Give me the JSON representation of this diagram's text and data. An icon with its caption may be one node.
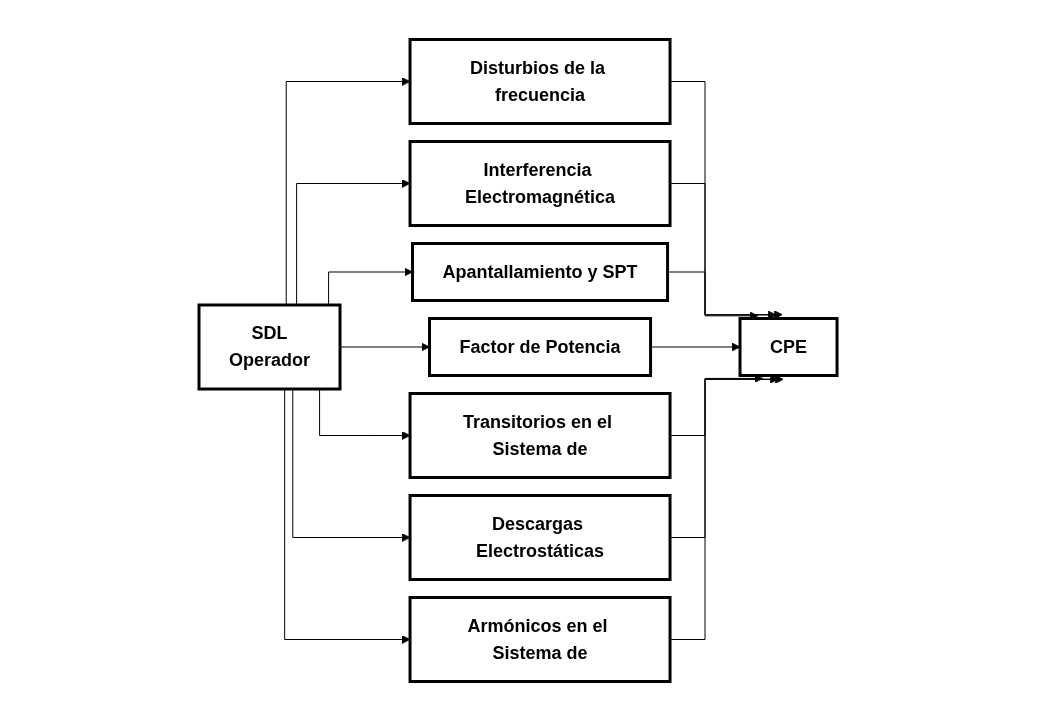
{
  "diagram": {
    "nodes": [
      {
        "text": [
          "SDL",
          "Operador"
        ]
      },
      {
        "text": [
          "Disturbios de la frecuencia"
        ]
      },
      {
        "text": [
          "Interferencia Electromagnética"
        ]
      },
      {
        "text": [
          "Apantallamiento y SPT"
        ]
      },
      {
        "text": [
          "Factor de Potencia"
        ]
      },
      {
        "text": [
          "Transitorios en el Sistema de"
        ]
      },
      {
        "text": [
          "Descargas Electrostáticas"
        ]
      },
      {
        "text": [
          "Armónicos en el Sistema de"
        ]
      },
      {
        "text": [
          "CPE"
        ]
      }
    ],
    "edges": [
      {
        "from": 0,
        "to": 1,
        "arrow": "to"
      },
      {
        "from": 0,
        "to": 2,
        "arrow": "to"
      },
      {
        "from": 0,
        "to": 3,
        "arrow": "to"
      },
      {
        "from": 0,
        "to": 4,
        "arrow": "to"
      },
      {
        "from": 0,
        "to": 5,
        "arrow": "to"
      },
      {
        "from": 0,
        "to": 6,
        "arrow": "to"
      },
      {
        "from": 0,
        "to": 7,
        "arrow": "to"
      },
      {
        "from": 1,
        "to": 8,
        "arrow": "to"
      },
      {
        "from": 2,
        "to": 8,
        "arrow": "to"
      },
      {
        "from": 3,
        "to": 8,
        "arrow": "to"
      },
      {
        "from": 4,
        "to": 8,
        "arrow": "to"
      },
      {
        "from": 5,
        "to": 8,
        "arrow": "to"
      },
      {
        "from": 6,
        "to": 8,
        "arrow": "to"
      },
      {
        "from": 7,
        "to": 8,
        "arrow": "to"
      }
    ]
  }
}
